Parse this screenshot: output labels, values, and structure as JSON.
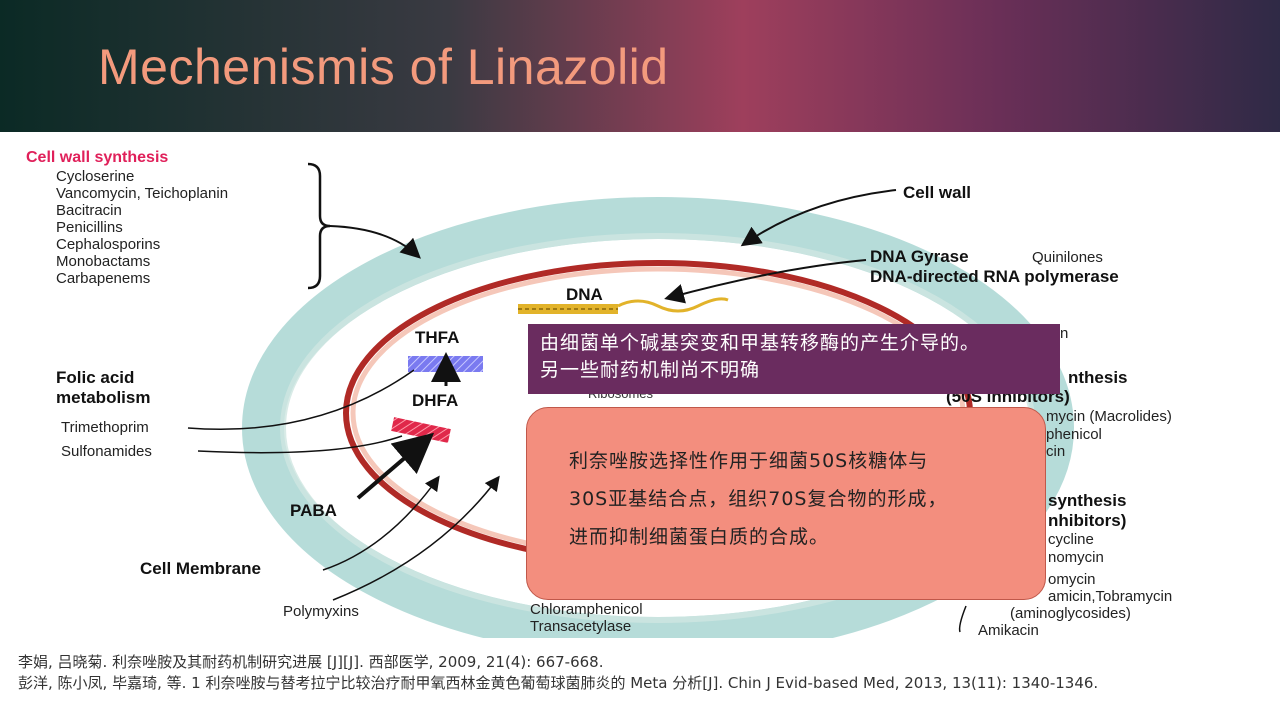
{
  "slide": {
    "title": "Mechenismis of Linazolid"
  },
  "diagram": {
    "cell_wall_heading": "Cell wall synthesis",
    "cell_wall_drugs": [
      "Cycloserine",
      "Vancomycin, Teichoplanin",
      "Bacitracin",
      "Penicillins",
      "Cephalosporins",
      "Monobactams",
      "Carbapenems"
    ],
    "cell_wall": "Cell wall",
    "dna_gyrase": "DNA Gyrase",
    "quinilones": "Quinilones",
    "dna_rna_polymerase": "DNA-directed RNA polymerase",
    "dna": "DNA",
    "thfa": "THFA",
    "dhfa": "DHFA",
    "folic_line1": "Folic acid",
    "folic_line2": "metabolism",
    "trimethoprim": "Trimethoprim",
    "sulfonamides": "Sulfonamides",
    "paba": "PABA",
    "cell_membrane": "Cell Membrane",
    "polymyxins": "Polymyxins",
    "ribosomes": "Ribosomes",
    "chloramphenicol": "Chloramphenicol",
    "transacetylase": "Transacetylase",
    "partial_n": "n",
    "partial_nthesis": "nthesis",
    "partial_50s": "(50S inhibitors)",
    "partial_macrolides": "mycin (Macrolides)",
    "partial_phenicol": "phenicol",
    "partial_cin": "cin",
    "partial_synthesis": "synthesis",
    "partial_inhibitors": "nhibitors)",
    "partial_cycline": "cycline",
    "partial_nomycin": "nomycin",
    "partial_omycin": "omycin",
    "partial_tobramycin": "amicin,Tobramycin",
    "aminoglycosides": "(aminoglycosides)",
    "amikacin": "Amikacin"
  },
  "callouts": {
    "top_line1": "由细菌单个碱基突变和甲基转移酶的产生介导的。",
    "top_line2": "另一些耐药机制尚不明确",
    "main_line1": "利奈唑胺选择性作用于细菌50S核糖体与",
    "main_line2": "30S亚基结合点，组织70S复合物的形成，",
    "main_line3": "进而抑制细菌蛋白质的合成。"
  },
  "references": {
    "ref1": "李娟, 吕晓菊. 利奈唑胺及其耐药机制研究进展 [J][J]. 西部医学, 2009, 21(4): 667-668.",
    "ref2": "彭洋, 陈小凤, 毕嘉琦, 等. 1 利奈唑胺与替考拉宁比较治疗耐甲氧西林金黄色葡萄球菌肺炎的 Meta 分析[J]. Chin J Evid-based Med, 2013, 13(11): 1340-1346."
  }
}
